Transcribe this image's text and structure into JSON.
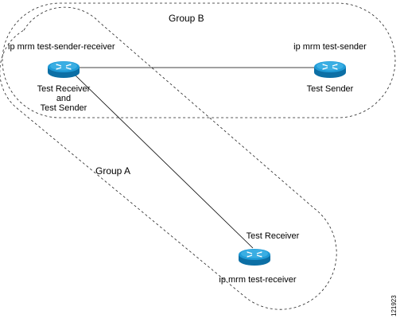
{
  "groups": {
    "a": {
      "label": "Group A"
    },
    "b": {
      "label": "Group B"
    }
  },
  "routers": {
    "sender_receiver": {
      "command": "ip mrm test-sender-receiver",
      "role_line1": "Test Receiver",
      "role_line2": "and",
      "role_line3": "Test Sender"
    },
    "sender": {
      "command": "ip mrm test-sender",
      "role": "Test Sender"
    },
    "receiver": {
      "command": "ip mrm test-receiver",
      "role": "Test Receiver"
    }
  },
  "figure_id": "121923",
  "colors": {
    "router_fill": "#1f9ad6",
    "router_highlight": "#7cc8ee",
    "router_side": "#0c6fa5",
    "line": "#000000",
    "dashed": "#222222"
  }
}
